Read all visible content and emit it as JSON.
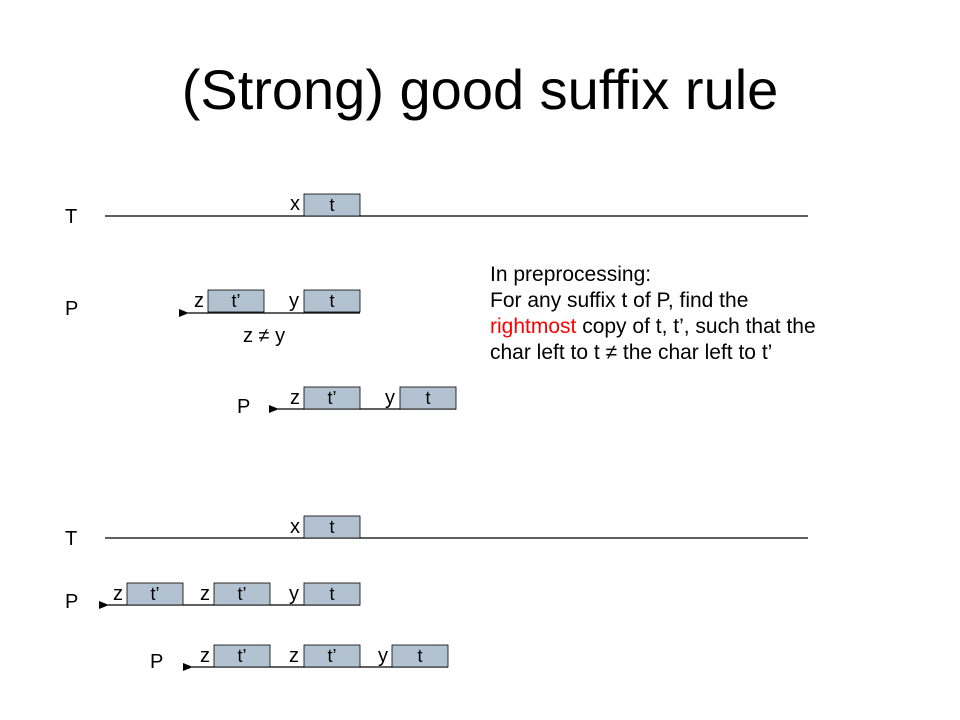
{
  "slide": {
    "title": "(Strong) good suffix rule"
  },
  "explanation": {
    "line1": "In preprocessing:",
    "line2": "For any suffix t of P, find the",
    "highlight": "rightmost",
    "line3_rest": " copy of t, t’, such that the",
    "line4": "char left to t ≠ the char left to t’",
    "highlight_color": "#ff0000"
  },
  "diagram": {
    "text_label": "T",
    "pattern_label": "P",
    "box_fill": "#b3c2d1",
    "line_color": "#000000",
    "chars": {
      "x": "x",
      "y": "y",
      "z": "z"
    },
    "suffix": "t",
    "copy": "t’",
    "condition": "z ≠ y"
  }
}
